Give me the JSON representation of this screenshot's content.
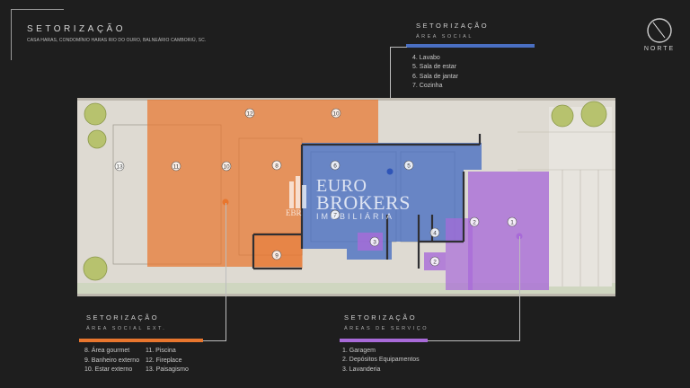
{
  "header": {
    "title": "SETORIZAÇÃO",
    "subtitle": "CASA HARAS, CONDOMÍNIO HARAS RIO DO OURO, BALNEÁRIO CAMBORIÚ, SC."
  },
  "compass": {
    "label": "NORTE"
  },
  "colors": {
    "social": "#4a6fc2",
    "social_ext": "#e8762e",
    "servico": "#a86ad8",
    "background": "#1e1e1e"
  },
  "sectors": {
    "social": {
      "title": "SETORIZAÇÃO",
      "subtitle": "ÁREA SOCIAL",
      "items": [
        "4. Lavabo",
        "5. Sala de estar",
        "6. Sala de jantar",
        "7. Cozinha"
      ]
    },
    "social_ext": {
      "title": "SETORIZAÇÃO",
      "subtitle": "ÁREA SOCIAL EXT.",
      "items": [
        "8. Área gourmet",
        "11. Piscina",
        "9. Banheiro externo",
        "12. Fireplace",
        "10.  Estar externo",
        "13. Paisagismo"
      ]
    },
    "servico": {
      "title": "SETORIZAÇÃO",
      "subtitle": "ÁREAS DE SERVIÇO",
      "items": [
        "1. Garagem",
        "2. Depósitos Equipamentos",
        "3. Lavanderia"
      ]
    }
  },
  "plan_markers": [
    "1",
    "2",
    "2",
    "3",
    "4",
    "5",
    "6",
    "7",
    "8",
    "9",
    "10",
    "10",
    "11",
    "12",
    "13"
  ],
  "watermark": {
    "line1": "EURO",
    "line2": "BROKERS",
    "line3": "IMOBILIÁRIA",
    "logo_text": "EBR"
  }
}
